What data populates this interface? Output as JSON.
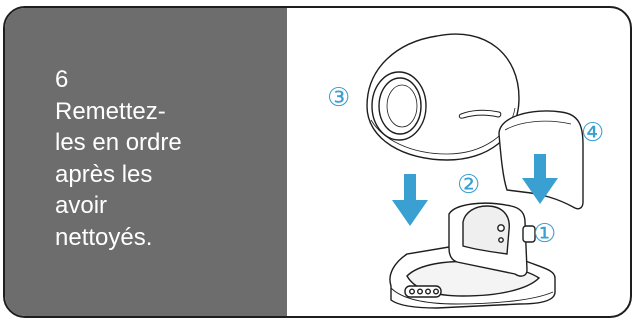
{
  "step": {
    "number": "6",
    "lines": [
      "Remettez-",
      "les en ordre",
      "après les",
      "avoir",
      "nettoyés."
    ]
  },
  "illustration": {
    "callouts": [
      "③",
      "②",
      "④",
      "①"
    ]
  },
  "colors": {
    "panel": "#6d6d6d",
    "accent": "#3a9fd1",
    "line": "#1e1e1e"
  }
}
